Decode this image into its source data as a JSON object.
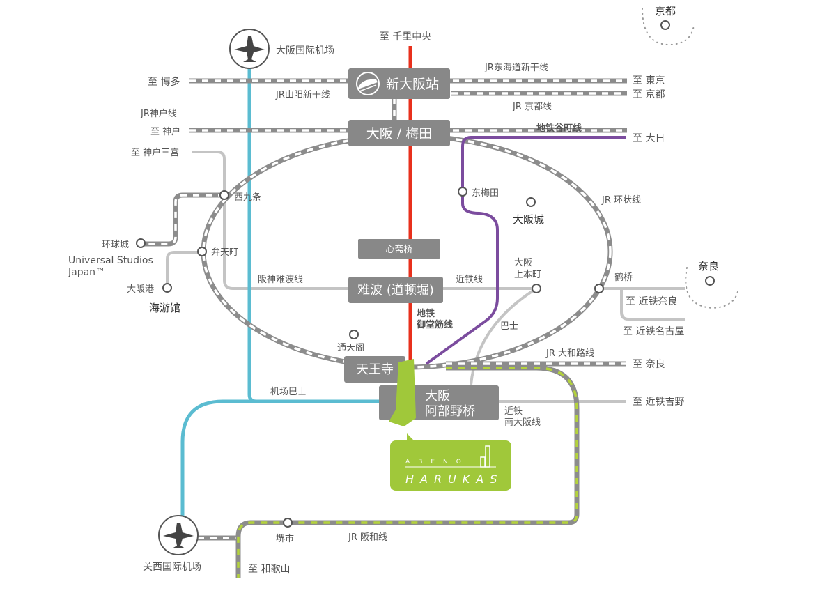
{
  "destinations": {
    "senri": "至 千里中央",
    "hakata": "至 博多",
    "tokyo": "至 東京",
    "kyoto_jr": "至 京都",
    "kobe": "至 神户",
    "kobe_sannomiya": "至 神户三宫",
    "dainichi": "至 大日",
    "nara_kintetsu": "至 近铁奈良",
    "nagoya": "至 近铁名古屋",
    "nara_jr": "至 奈良",
    "yoshino": "至 近铁吉野",
    "wakayama": "至 和歌山"
  },
  "lines": {
    "tokaido_shinkansen": "JR东海道新干线",
    "sanyo_shinkansen": "JR山阳新干线",
    "kobe_line": "JR神户线",
    "kyoto_line": "JR 京都线",
    "tanimachi": "地铁谷町线",
    "loop": "JR 环状线",
    "hanshin_namba": "阪神难波线",
    "kintetsu": "近铁线",
    "midosuji_1": "地铁",
    "midosuji_2": "御堂筋线",
    "yamatoji": "JR 大和路线",
    "airport_bus": "机场巴士",
    "bus": "巴士",
    "minami_osaka_1": "近铁",
    "minami_osaka_2": "南大阪线",
    "hanwa": "JR 阪和线"
  },
  "stations": {
    "shin_osaka": "新大阪站",
    "umeda": "大阪 / 梅田",
    "shinsaibashi": "心斋桥",
    "namba": "难波 (道顿堀)",
    "tennoji": "天王寺",
    "abeno_1": "大阪",
    "abeno_2": "阿部野桥",
    "nishikujo": "西九条",
    "bentencho": "弁天町",
    "higashi_umeda": "东梅田",
    "uehonmachi_1": "大阪",
    "uehonmachi_2": "上本町",
    "tsuruhashi": "鹤桥",
    "sakai": "堺市"
  },
  "places": {
    "itami": "大阪国际机场",
    "kansai": "关西国际机场",
    "kyoto": "京都",
    "nara": "奈良",
    "osaka_castle": "大阪城",
    "tsutenkaku": "通天阁",
    "usj_1": "环球城",
    "usj_2": "Universal Studios",
    "usj_3": "Japan™",
    "osakako": "大阪港",
    "kaiyukan": "海游馆"
  },
  "landmark": {
    "top": "ABENO",
    "bottom": "HARUKAS"
  },
  "colors": {
    "jr": "#8c8c8c",
    "midosuji": "#e8301c",
    "tanimachi": "#7b4c9e",
    "airport_bus": "#5bbcd1",
    "hanwa": "#a8c93a",
    "private": "#bdbdbd",
    "box": "#888888",
    "harukas": "#a0c83a"
  }
}
